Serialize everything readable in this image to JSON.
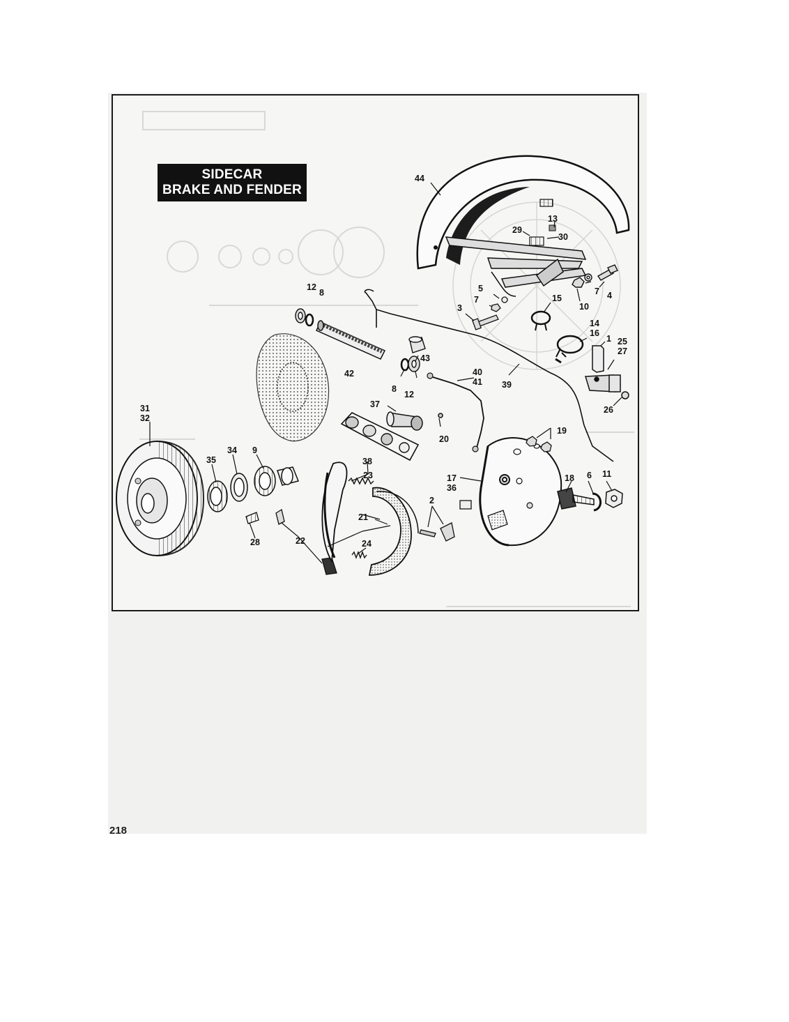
{
  "diagram": {
    "title_line1": "SIDECAR",
    "title_line2": "BRAKE AND FENDER",
    "page_number": "218",
    "callouts": [
      "44",
      "13",
      "29",
      "30",
      "4",
      "7",
      "10",
      "5",
      "7",
      "3",
      "15",
      "12",
      "8",
      "14",
      "16",
      "1",
      "25",
      "27",
      "43",
      "42",
      "8",
      "12",
      "40",
      "41",
      "39",
      "26",
      "37",
      "20",
      "31",
      "32",
      "34",
      "9",
      "35",
      "38",
      "19",
      "23",
      "17",
      "36",
      "18",
      "6",
      "11",
      "2",
      "21",
      "28",
      "22",
      "24"
    ]
  }
}
